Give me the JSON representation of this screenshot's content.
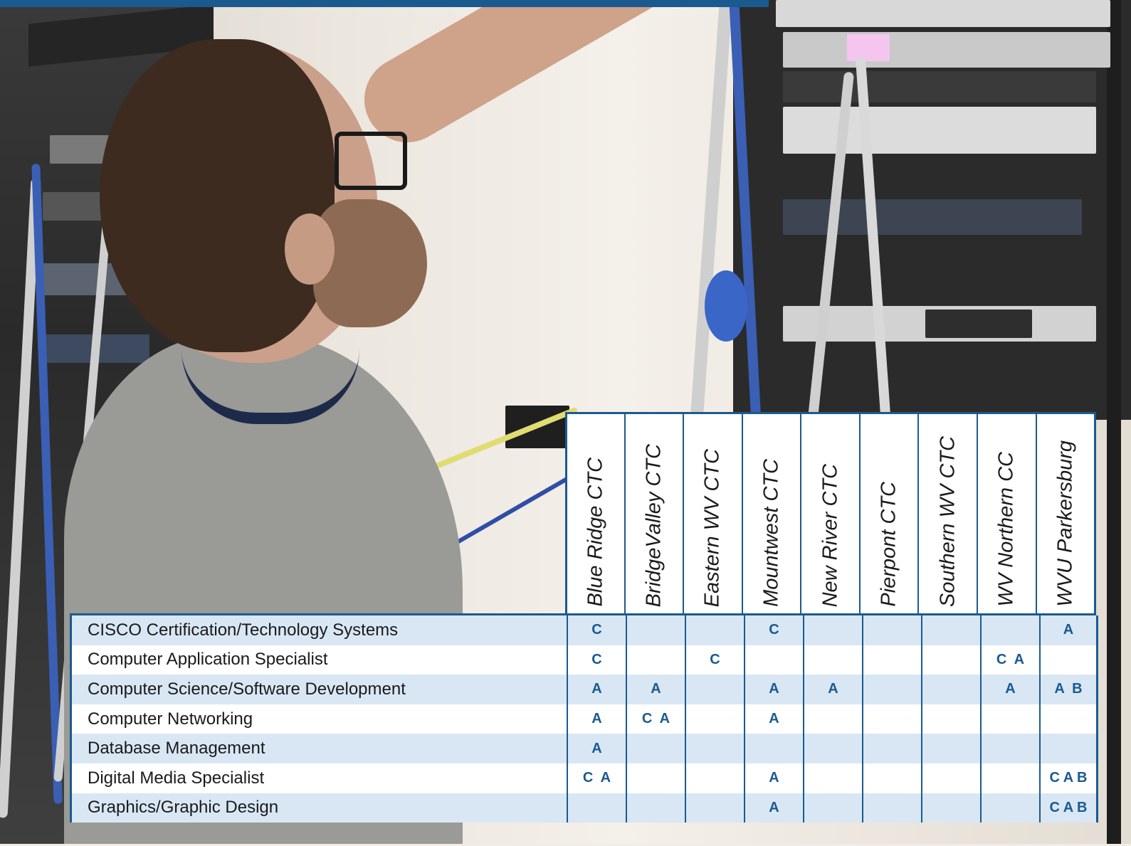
{
  "table": {
    "institutions": [
      "Blue Ridge CTC",
      "BridgeValley CTC",
      "Eastern WV CTC",
      "Mountwest CTC",
      "New River CTC",
      "Pierpont CTC",
      "Southern WV CTC",
      "WV Northern CC",
      "WVU Parkersburg"
    ],
    "rows": [
      {
        "program": "CISCO Certification/Technology Systems",
        "cells": [
          "C",
          "",
          "",
          "C",
          "",
          "",
          "",
          "",
          "A"
        ]
      },
      {
        "program": "Computer Application Specialist",
        "cells": [
          "C",
          "",
          "C",
          "",
          "",
          "",
          "",
          "C  A",
          ""
        ]
      },
      {
        "program": "Computer Science/Software Development",
        "cells": [
          "A",
          "A",
          "",
          "A",
          "A",
          "",
          "",
          "A",
          "A  B"
        ]
      },
      {
        "program": "Computer Networking",
        "cells": [
          "A",
          "C  A",
          "",
          "A",
          "",
          "",
          "",
          "",
          ""
        ]
      },
      {
        "program": "Database Management",
        "cells": [
          "A",
          "",
          "",
          "",
          "",
          "",
          "",
          "",
          ""
        ]
      },
      {
        "program": "Digital Media Specialist",
        "cells": [
          "C  A",
          "",
          "",
          "A",
          "",
          "",
          "",
          "",
          "C A B"
        ]
      },
      {
        "program": "Graphics/Graphic Design",
        "cells": [
          "",
          "",
          "",
          "A",
          "",
          "",
          "",
          "",
          "C A B"
        ]
      }
    ]
  }
}
